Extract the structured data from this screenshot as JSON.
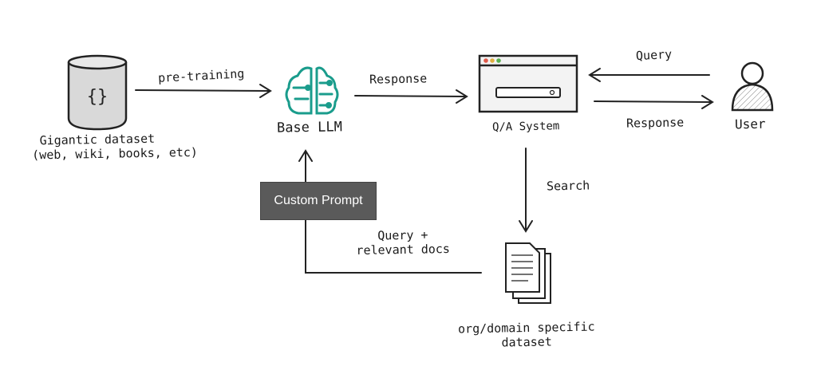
{
  "nodes": {
    "dataset": {
      "label_line1": "Gigantic dataset",
      "label_line2": "(web, wiki, books, etc)",
      "icon": "database-cylinder-braces-icon",
      "icon_text": "{}"
    },
    "base_llm": {
      "label": "Base LLM",
      "icon": "brain-circuit-icon",
      "icon_color": "#1a9c8c"
    },
    "qa_system": {
      "label": "Q/A System",
      "icon": "browser-window-icon"
    },
    "user": {
      "label": "User",
      "icon": "user-person-icon"
    },
    "domain_dataset": {
      "label_line1": "org/domain specific",
      "label_line2": "dataset",
      "icon": "document-stack-icon"
    }
  },
  "edges": {
    "pretraining": "pre-training",
    "llm_to_qa": "Response",
    "user_query": "Query",
    "qa_to_user": "Response",
    "search": "Search",
    "query_docs_line1": "Query +",
    "query_docs_line2": "relevant docs"
  },
  "custom_prompt": {
    "label": "Custom Prompt",
    "color": "#5a5a5a"
  }
}
